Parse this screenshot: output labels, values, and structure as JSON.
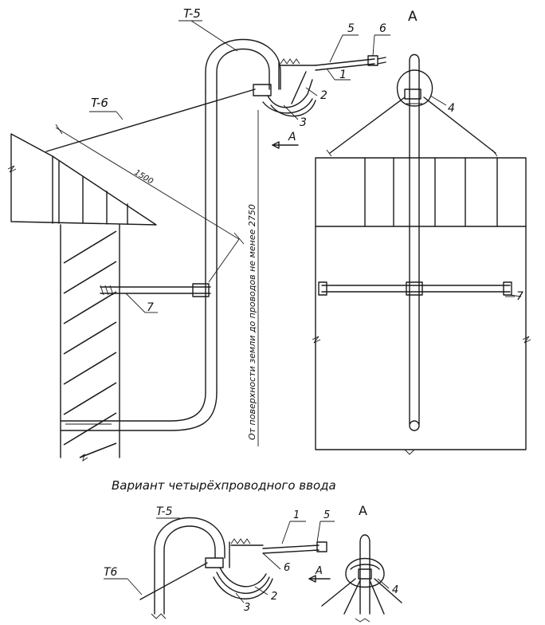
{
  "labels": {
    "t5_top": "T-5",
    "t6_top": "T-6",
    "n5_top": "5",
    "n6_top": "6",
    "n1_top": "1",
    "n2_top": "2",
    "n3_top": "3",
    "arrow_a_top": "A",
    "view_a_title": "A",
    "n4_view": "4",
    "n7_left": "7",
    "n7_right": "7",
    "dim_1500": "1500",
    "vertical_note": "От поверхности земли до проводов не менее 2750",
    "variant_caption": "Вариант четырёхпроводного ввода",
    "t5_bottom": "T-5",
    "t6_bottom": "T6",
    "n1_bottom": "1",
    "n5_bottom": "5",
    "n6_bottom": "6",
    "n2_bottom": "2",
    "n3_bottom": "3",
    "arrow_a_bottom": "A",
    "view_a_bottom_title": "A",
    "n4_bottom": "4"
  }
}
